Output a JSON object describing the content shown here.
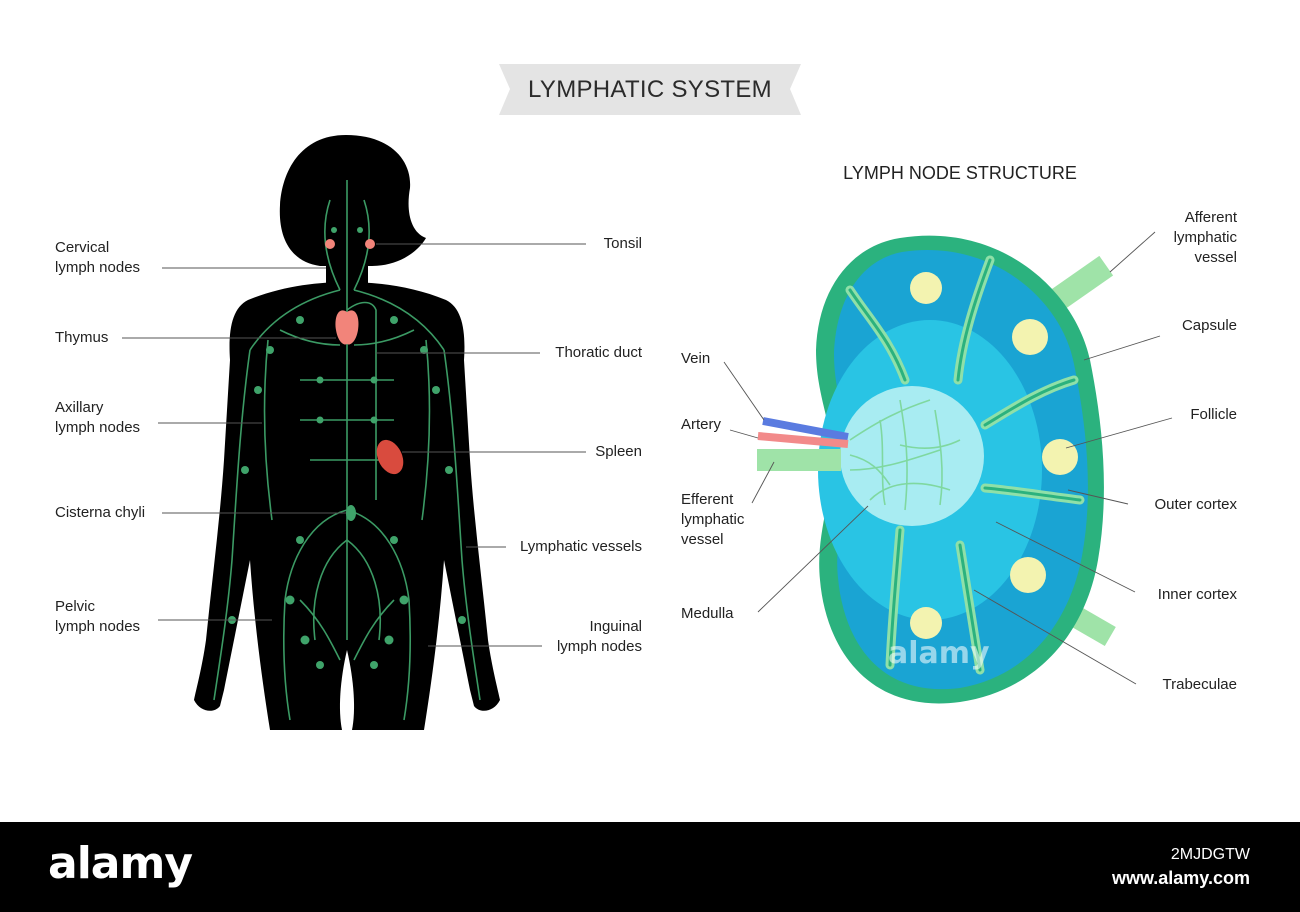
{
  "title": "LYMPHATIC SYSTEM",
  "subtitle": "LYMPH NODE STRUCTURE",
  "body_labels_left": [
    "Cervical\nlymph nodes",
    "Thymus",
    "Axillary\nlymph nodes",
    "Cisterna chyli",
    "Pelvic\nlymph nodes"
  ],
  "body_labels_right": [
    "Tonsil",
    "Thoratic duct",
    "Spleen",
    "Lymphatic vessels",
    "Inguinal\nlymph nodes"
  ],
  "node_labels_left": [
    "Vein",
    "Artery",
    "Efferent\nlymphatic\nvessel",
    "Medulla"
  ],
  "node_labels_right": [
    "Afferent\nlymphatic\nvessel",
    "Capsule",
    "Follicle",
    "Outer cortex",
    "Inner cortex",
    "Trabeculae"
  ],
  "watermark": {
    "logo": "alamy",
    "image_id": "2MJDGTW",
    "url": "www.alamy.com"
  },
  "colors": {
    "silhouette": "#000000",
    "vessels": "#3fa36a",
    "organ": "#f2847a",
    "capsule": "#2bb27e",
    "outer_cortex": "#1aa4d3",
    "inner_cortex": "#29c4e4",
    "medulla": "#a8ecf2",
    "follicle": "#f3f3b0",
    "vein": "#5a7be0",
    "artery": "#f28a8a",
    "efferent": "#9fe3a8",
    "banner": "#e4e4e4"
  }
}
